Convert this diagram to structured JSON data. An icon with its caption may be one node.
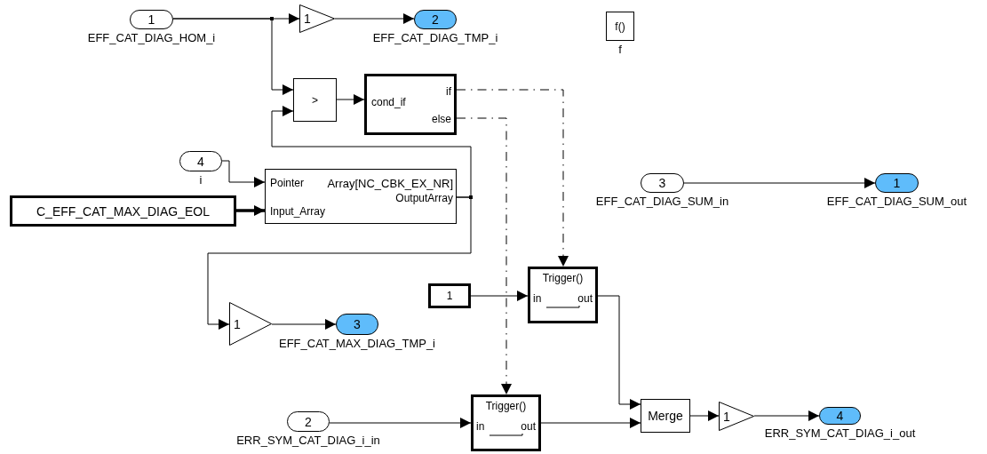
{
  "diagram": {
    "nodes": [
      {
        "text": [
          "1"
        ],
        "beside": [
          "EFF_CAT_DIAG_HOM_i"
        ]
      },
      {
        "text": [
          "1"
        ]
      },
      {
        "text": [
          "2"
        ],
        "beside": [
          "EFF_CAT_DIAG_TMP_i"
        ]
      },
      {
        "text": [
          "f()"
        ],
        "beside": [
          "f"
        ]
      },
      {
        "text": [
          ">"
        ]
      },
      {
        "text": [
          "cond_if",
          "if",
          "else"
        ]
      },
      {
        "text": [
          "4"
        ],
        "beside": [
          "i"
        ]
      },
      {
        "text": [
          "C_EFF_CAT_MAX_DIAG_EOL"
        ]
      },
      {
        "text": [
          "Pointer",
          "Array[NC_CBK_EX_NR]",
          "OutputArray",
          "Input_Array"
        ]
      },
      {
        "text": [
          "3"
        ],
        "beside": [
          "EFF_CAT_DIAG_SUM_in"
        ]
      },
      {
        "text": [
          "1"
        ],
        "beside": [
          "EFF_CAT_DIAG_SUM_out"
        ]
      },
      {
        "text": [
          "1"
        ]
      },
      {
        "text": [
          "3"
        ],
        "beside": [
          "EFF_CAT_MAX_DIAG_TMP_i"
        ]
      },
      {
        "text": [
          "1"
        ]
      },
      {
        "text": [
          "Trigger()",
          "in",
          "out"
        ]
      },
      {
        "text": [
          "2"
        ],
        "beside": [
          "ERR_SYM_CAT_DIAG_i_in"
        ]
      },
      {
        "text": [
          "Trigger()",
          "in",
          "out"
        ]
      },
      {
        "text": [
          "Merge"
        ]
      },
      {
        "text": [
          "1"
        ]
      },
      {
        "text": [
          "4"
        ],
        "beside": [
          "ERR_SYM_CAT_DIAG_i_out"
        ]
      }
    ],
    "edges": [
      {
        "from": 0,
        "to": 1,
        "arrow": "to"
      },
      {
        "from": 1,
        "to": 2,
        "arrow": "to"
      },
      {
        "from": 0,
        "to": 4,
        "arrow": "to"
      },
      {
        "from": 8,
        "to": 4,
        "arrow": "to"
      },
      {
        "from": 4,
        "to": 5,
        "arrow": "to"
      },
      {
        "from": 5,
        "to": 14,
        "arrow": "to",
        "style": "dashed"
      },
      {
        "from": 5,
        "to": 16,
        "arrow": "to",
        "style": "dashed"
      },
      {
        "from": 6,
        "to": 8,
        "arrow": "to"
      },
      {
        "from": 7,
        "to": 8,
        "arrow": "to",
        "style": "thick"
      },
      {
        "from": 9,
        "to": 10,
        "arrow": "to"
      },
      {
        "from": 8,
        "to": 11,
        "arrow": "to"
      },
      {
        "from": 11,
        "to": 12,
        "arrow": "to"
      },
      {
        "from": 13,
        "to": 14,
        "arrow": "to"
      },
      {
        "from": 15,
        "to": 16,
        "arrow": "to"
      },
      {
        "from": 14,
        "to": 17,
        "arrow": "to"
      },
      {
        "from": 16,
        "to": 17,
        "arrow": "to"
      },
      {
        "from": 17,
        "to": 18,
        "arrow": "to"
      },
      {
        "from": 18,
        "to": 19,
        "arrow": "to"
      }
    ]
  }
}
